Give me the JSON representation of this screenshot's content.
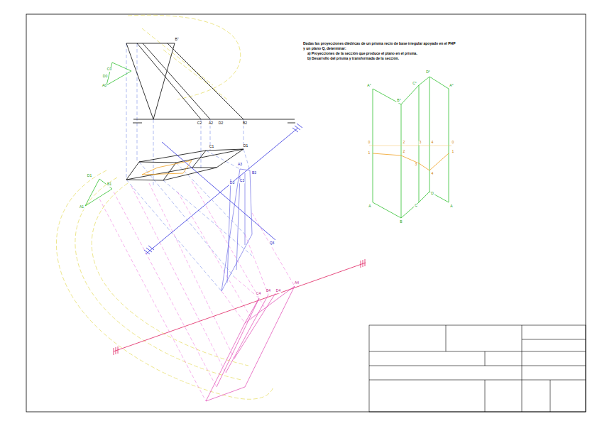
{
  "diagram": {
    "labels": [
      "Dadas las proyecciones diédricas de un prisma recto de base irregular apoyado en el PHP y un plano Q, determinar:",
      "a) Proyecciones de la sección que produce el plano en el prisma.",
      "b) Desarrollo del prisma y transformada de la sección.",
      "B''",
      "C2",
      "A2",
      "D2",
      "B2",
      "C1",
      "D1",
      "C0",
      "D0",
      "A0",
      "D1",
      "B1",
      "A1",
      "A3",
      "B3",
      "C3",
      "D3",
      "Q3",
      "A4",
      "B4",
      "C4",
      "D4",
      "A°",
      "B°",
      "C°",
      "D°",
      "A°",
      "A",
      "B",
      "C",
      "D",
      "A",
      "0",
      "2",
      "3",
      "4",
      "0",
      "1",
      "2",
      "3",
      "4",
      "1"
    ]
  }
}
